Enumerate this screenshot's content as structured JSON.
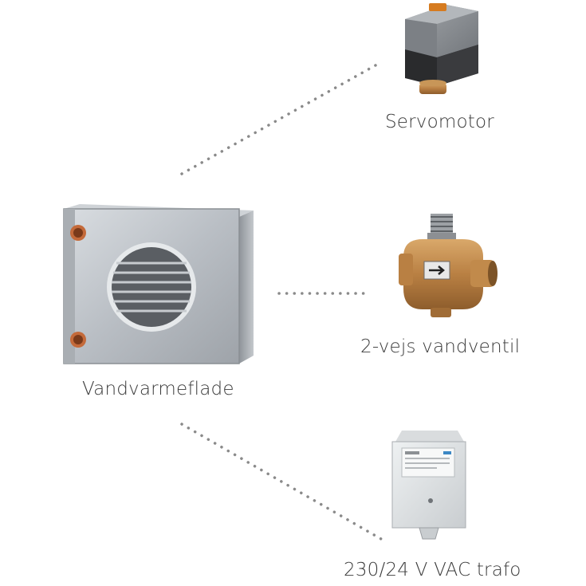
{
  "components": {
    "servomotor": {
      "label": "Servomotor",
      "icon": "servomotor-icon"
    },
    "valve": {
      "label": "2-vejs vandventil",
      "icon": "valve-icon"
    },
    "heater": {
      "label": "Vandvarmeflade",
      "icon": "water-heater-coil-icon"
    },
    "transformer": {
      "label": "230/24 V VAC trafo",
      "icon": "transformer-icon"
    }
  },
  "connectors": {
    "style": "dotted",
    "color": "#8a8a8a"
  }
}
